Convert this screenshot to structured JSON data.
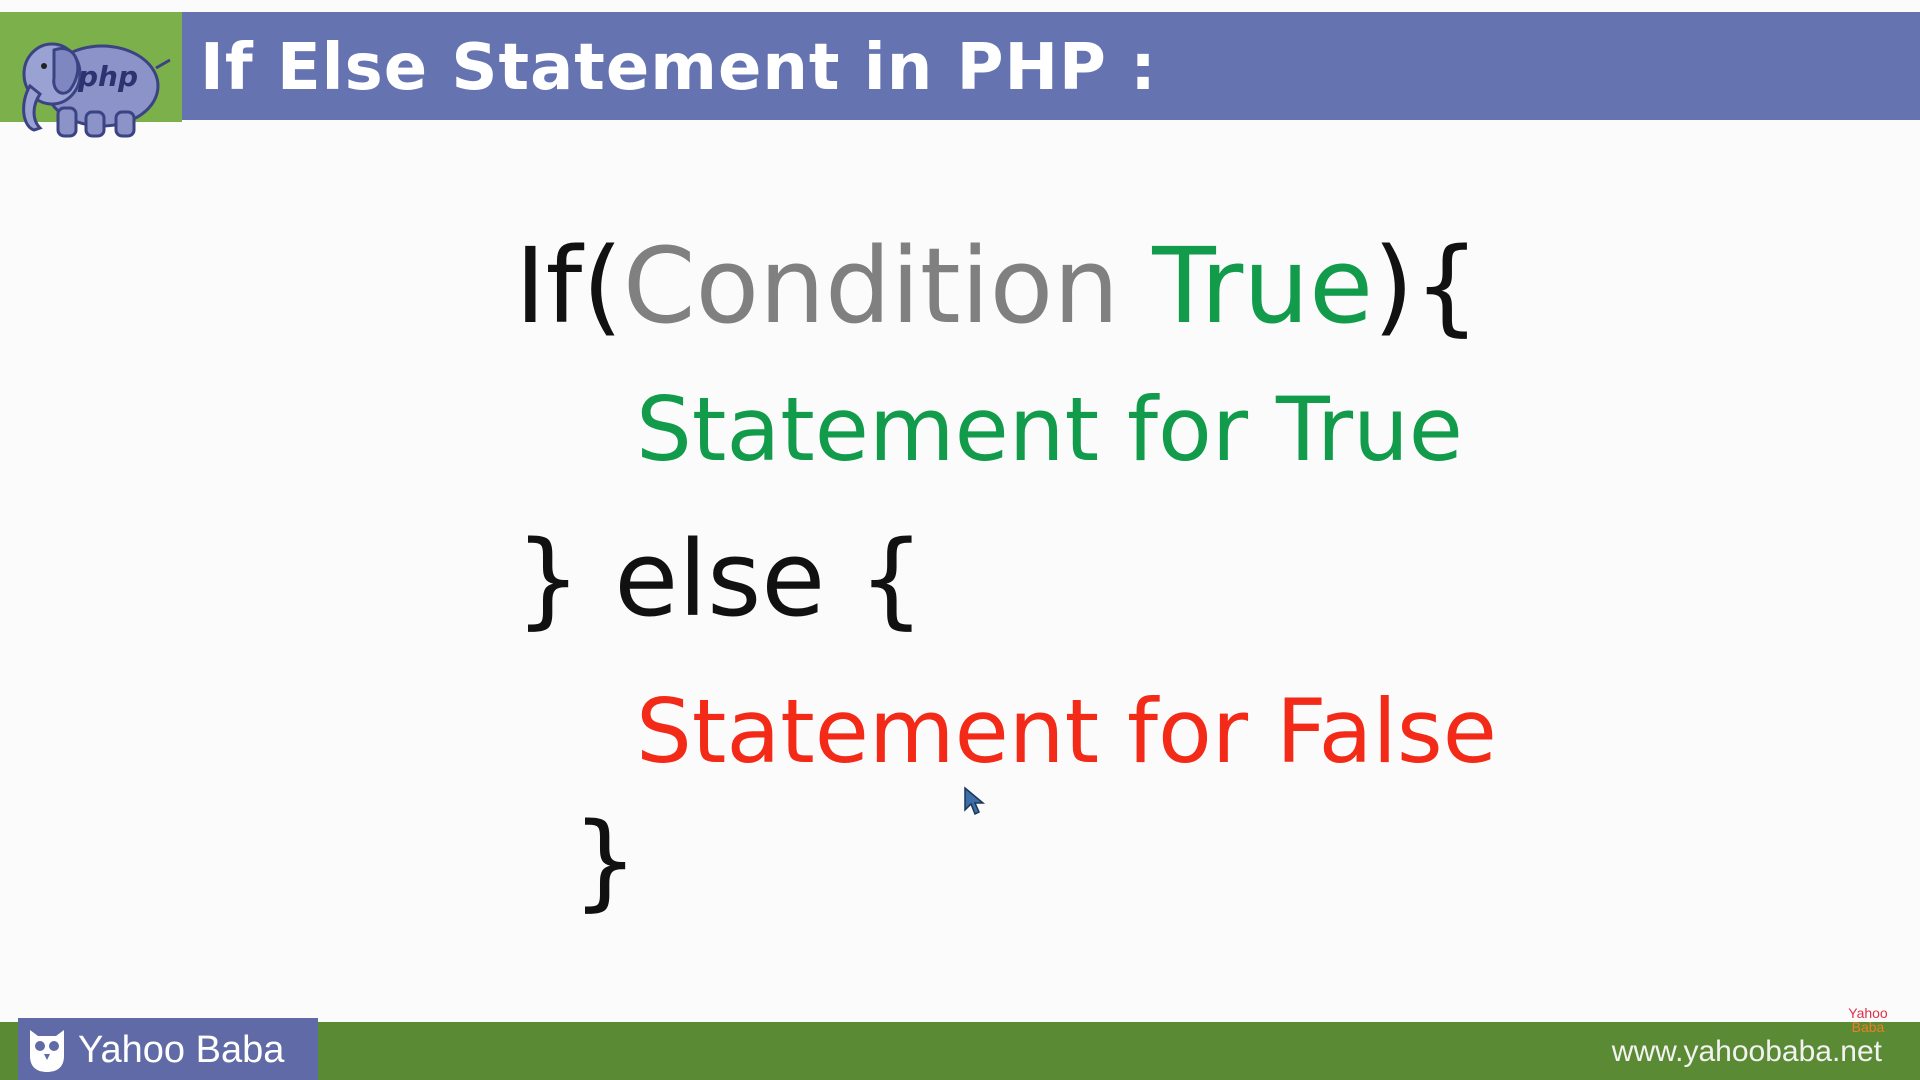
{
  "header": {
    "title": "If Else Statement in PHP :",
    "logo_text": "php",
    "logo_icon": "php-elephant-icon",
    "bar_color": "#6673b1",
    "logo_bg_color": "#7bb04a"
  },
  "code": {
    "line1": {
      "prefix": "If(",
      "condition": "Condition",
      "space": " ",
      "true_word": "True",
      "suffix": "){"
    },
    "true_statement": "Statement for True",
    "else_line": "} else {",
    "false_statement": "Statement for False",
    "closing_brace": "}",
    "colors": {
      "keyword": "#111111",
      "condition": "#808080",
      "true": "#119b4b",
      "false": "#f22a17"
    }
  },
  "footer": {
    "brand_name": "Yahoo Baba",
    "brand_icon": "owl-icon",
    "url": "www.yahoobaba.net",
    "watermark_line1": "Yahoo",
    "watermark_line2": "Baba",
    "bar_color": "#5a8a33",
    "brand_bg_color": "#5f6aa6"
  },
  "cursor": {
    "icon": "mouse-pointer-icon"
  }
}
